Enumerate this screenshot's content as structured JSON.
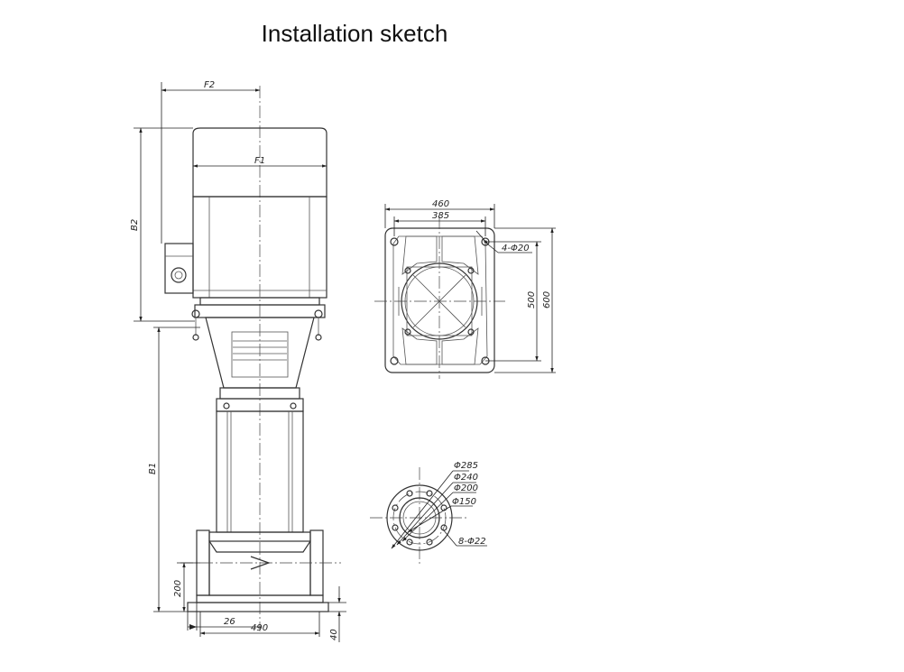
{
  "title": "Installation sketch",
  "labels": {
    "f2": "F2",
    "f1": "F1",
    "b2": "B2",
    "b1": "B1",
    "h200": "200",
    "w26": "26",
    "w490": "490",
    "h40": "40",
    "w460": "460",
    "w385": "385",
    "holes4": "4-Φ20",
    "h500": "500",
    "h600": "600",
    "d285": "Φ285",
    "d240": "Φ240",
    "d200": "Φ200",
    "d150": "Φ150",
    "holes8": "8-Φ22"
  }
}
